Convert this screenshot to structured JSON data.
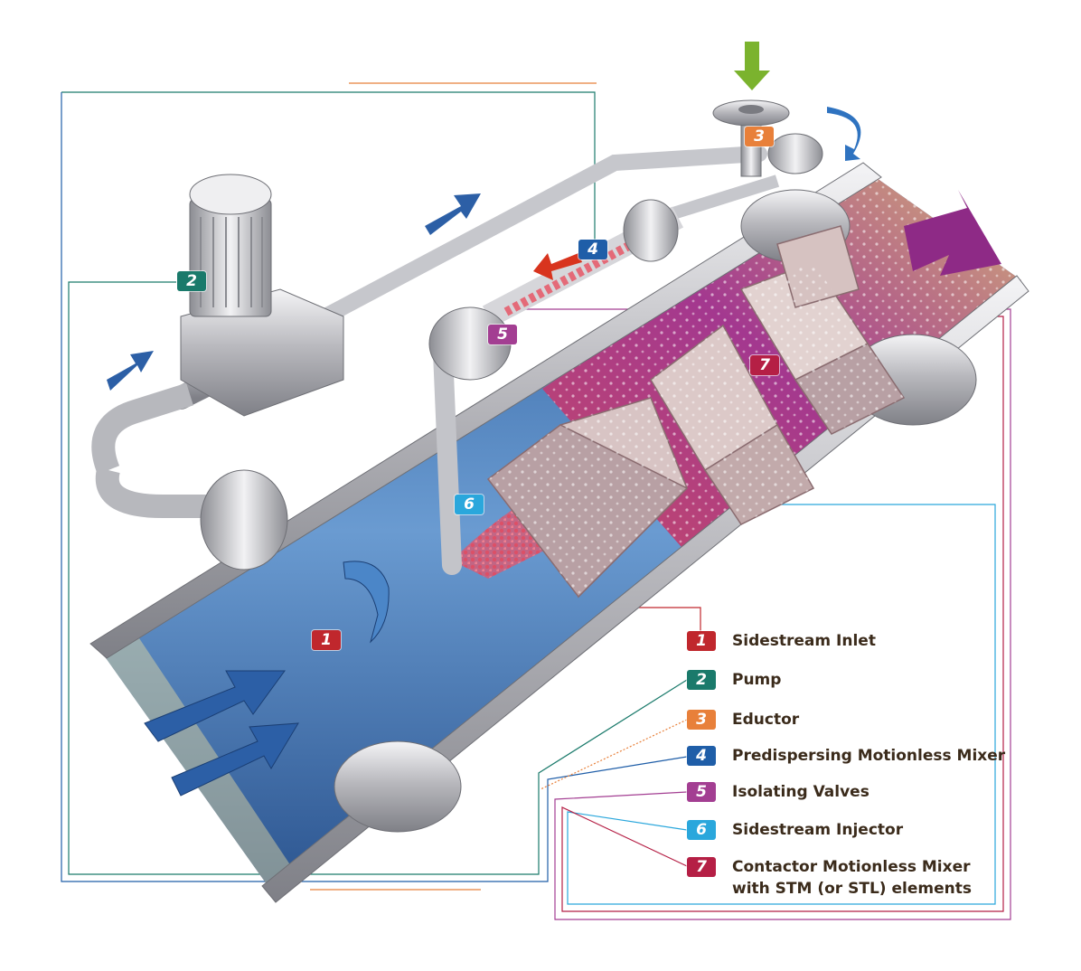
{
  "colors": {
    "c1": "#c0272d",
    "c2": "#1a7a6b",
    "c3": "#e8803a",
    "c4": "#1f5ea8",
    "c5": "#a33e92",
    "c6": "#2aa7dc",
    "c7": "#b51f45",
    "legend_text": "#3b2b1b",
    "pipe_fluid": "#4f84c2",
    "mix_purple": "#a03b95",
    "steel": "#c9c9cc",
    "flow_arrow": "#1f5ea8",
    "inlet_arrow": "#7bb32e",
    "return_arrow": "#d8341e"
  },
  "legend": [
    {
      "num": "1",
      "label": "Sidestream Inlet"
    },
    {
      "num": "2",
      "label": "Pump"
    },
    {
      "num": "3",
      "label": "Eductor"
    },
    {
      "num": "4",
      "label": "Predispersing Motionless Mixer"
    },
    {
      "num": "5",
      "label": "Isolating Valves"
    },
    {
      "num": "6",
      "label": "Sidestream Injector"
    },
    {
      "num": "7",
      "label": "Contactor Motionless Mixer",
      "label2": "with STM (or STL) elements"
    }
  ],
  "callouts": [
    {
      "num": "1"
    },
    {
      "num": "2"
    },
    {
      "num": "3"
    },
    {
      "num": "4"
    },
    {
      "num": "5"
    },
    {
      "num": "6"
    },
    {
      "num": "7"
    }
  ]
}
